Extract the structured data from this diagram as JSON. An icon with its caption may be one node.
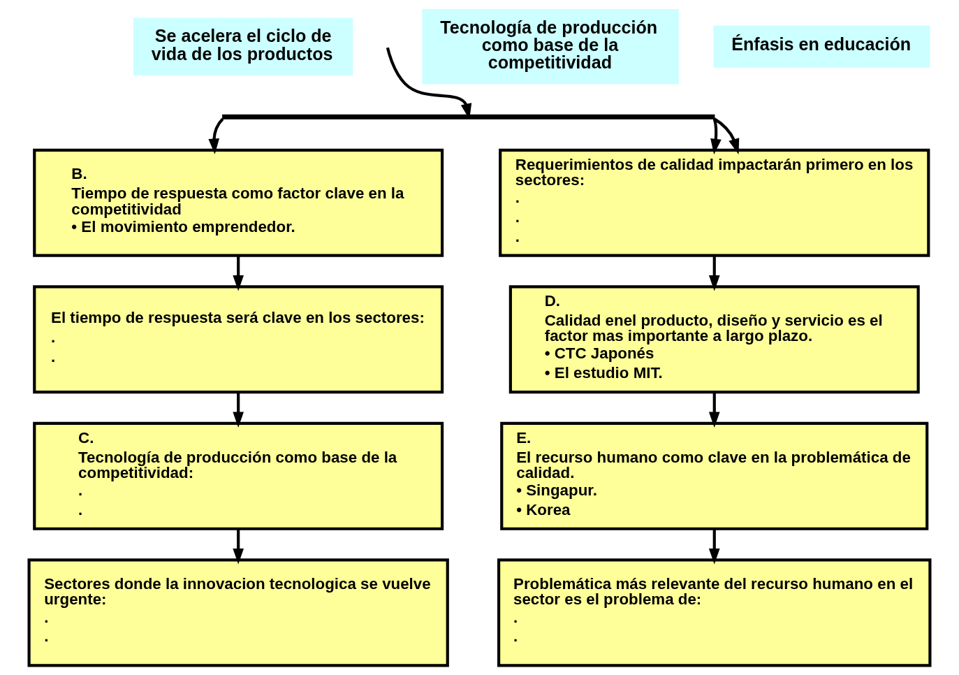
{
  "diagram": {
    "nodes": [
      {
        "text": [
          "Se acelera el ciclo de vida de los productos"
        ]
      },
      {
        "text": [
          "Tecnología de producción como base de la competitividad"
        ]
      },
      {
        "text": [
          "Énfasis en educación"
        ]
      },
      {
        "text": [],
        "shape": "bar"
      },
      {
        "text": [
          "B.",
          "Tiempo de respuesta como factor clave en la competitividad",
          "• El movimiento emprendedor."
        ]
      },
      {
        "text": [
          "El tiempo de respuesta será clave en los sectores:",
          ".",
          "."
        ]
      },
      {
        "text": [
          "C.",
          "Tecnología de producción como base de la competitividad:",
          ".",
          "."
        ]
      },
      {
        "text": [
          "Sectores donde la innovacion tecnologica se vuelve urgente:",
          ".",
          "."
        ]
      },
      {
        "text": [
          "Requerimientos de calidad impactarán primero en los sectores:",
          ".",
          ".",
          "."
        ]
      },
      {
        "text": [
          "D.",
          "Calidad enel producto, diseño y servicio es el factor mas importante a largo plazo.",
          "• CTC Japonés",
          "• El estudio MIT."
        ]
      },
      {
        "text": [
          "E.",
          "El recurso humano como clave en la problemática de calidad.",
          "• Singapur.",
          "• Korea"
        ]
      },
      {
        "text": [
          "Problemática más relevante del recurso humano en el sector es el problema de:",
          ".",
          "."
        ]
      }
    ],
    "edges": [
      {
        "from": null,
        "to": 3,
        "arrow": "to"
      },
      {
        "from": 3,
        "to": 4,
        "arrow": "to"
      },
      {
        "from": 3,
        "to": 8,
        "arrow": "to"
      },
      {
        "from": 3,
        "to": 8,
        "arrow": "to"
      },
      {
        "from": 4,
        "to": 5,
        "arrow": "to"
      },
      {
        "from": 5,
        "to": 6,
        "arrow": "to"
      },
      {
        "from": 6,
        "to": 7,
        "arrow": "to"
      },
      {
        "from": 8,
        "to": 9,
        "arrow": "to"
      },
      {
        "from": 9,
        "to": 10,
        "arrow": "to"
      },
      {
        "from": 10,
        "to": 11,
        "arrow": "to"
      }
    ]
  }
}
